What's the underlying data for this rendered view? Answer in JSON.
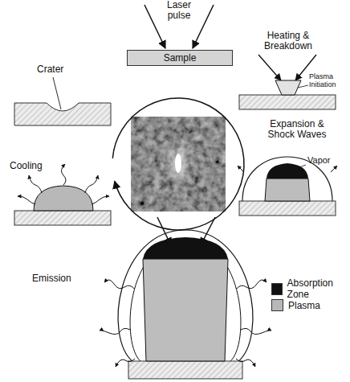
{
  "diagram": {
    "nodes": [
      {
        "text": [
          "Sample"
        ]
      }
    ],
    "labels": [
      "Laser pulse",
      "Heating & Breakdown",
      "Plasma Initiation",
      "Expansion & Shock Waves",
      "Vapor",
      "Emission",
      "Cooling",
      "Crater"
    ],
    "legend": [
      {
        "text": "Absorption Zone",
        "color": "#111111"
      },
      {
        "text": "Plasma",
        "color": "#b8b8b8"
      }
    ]
  }
}
